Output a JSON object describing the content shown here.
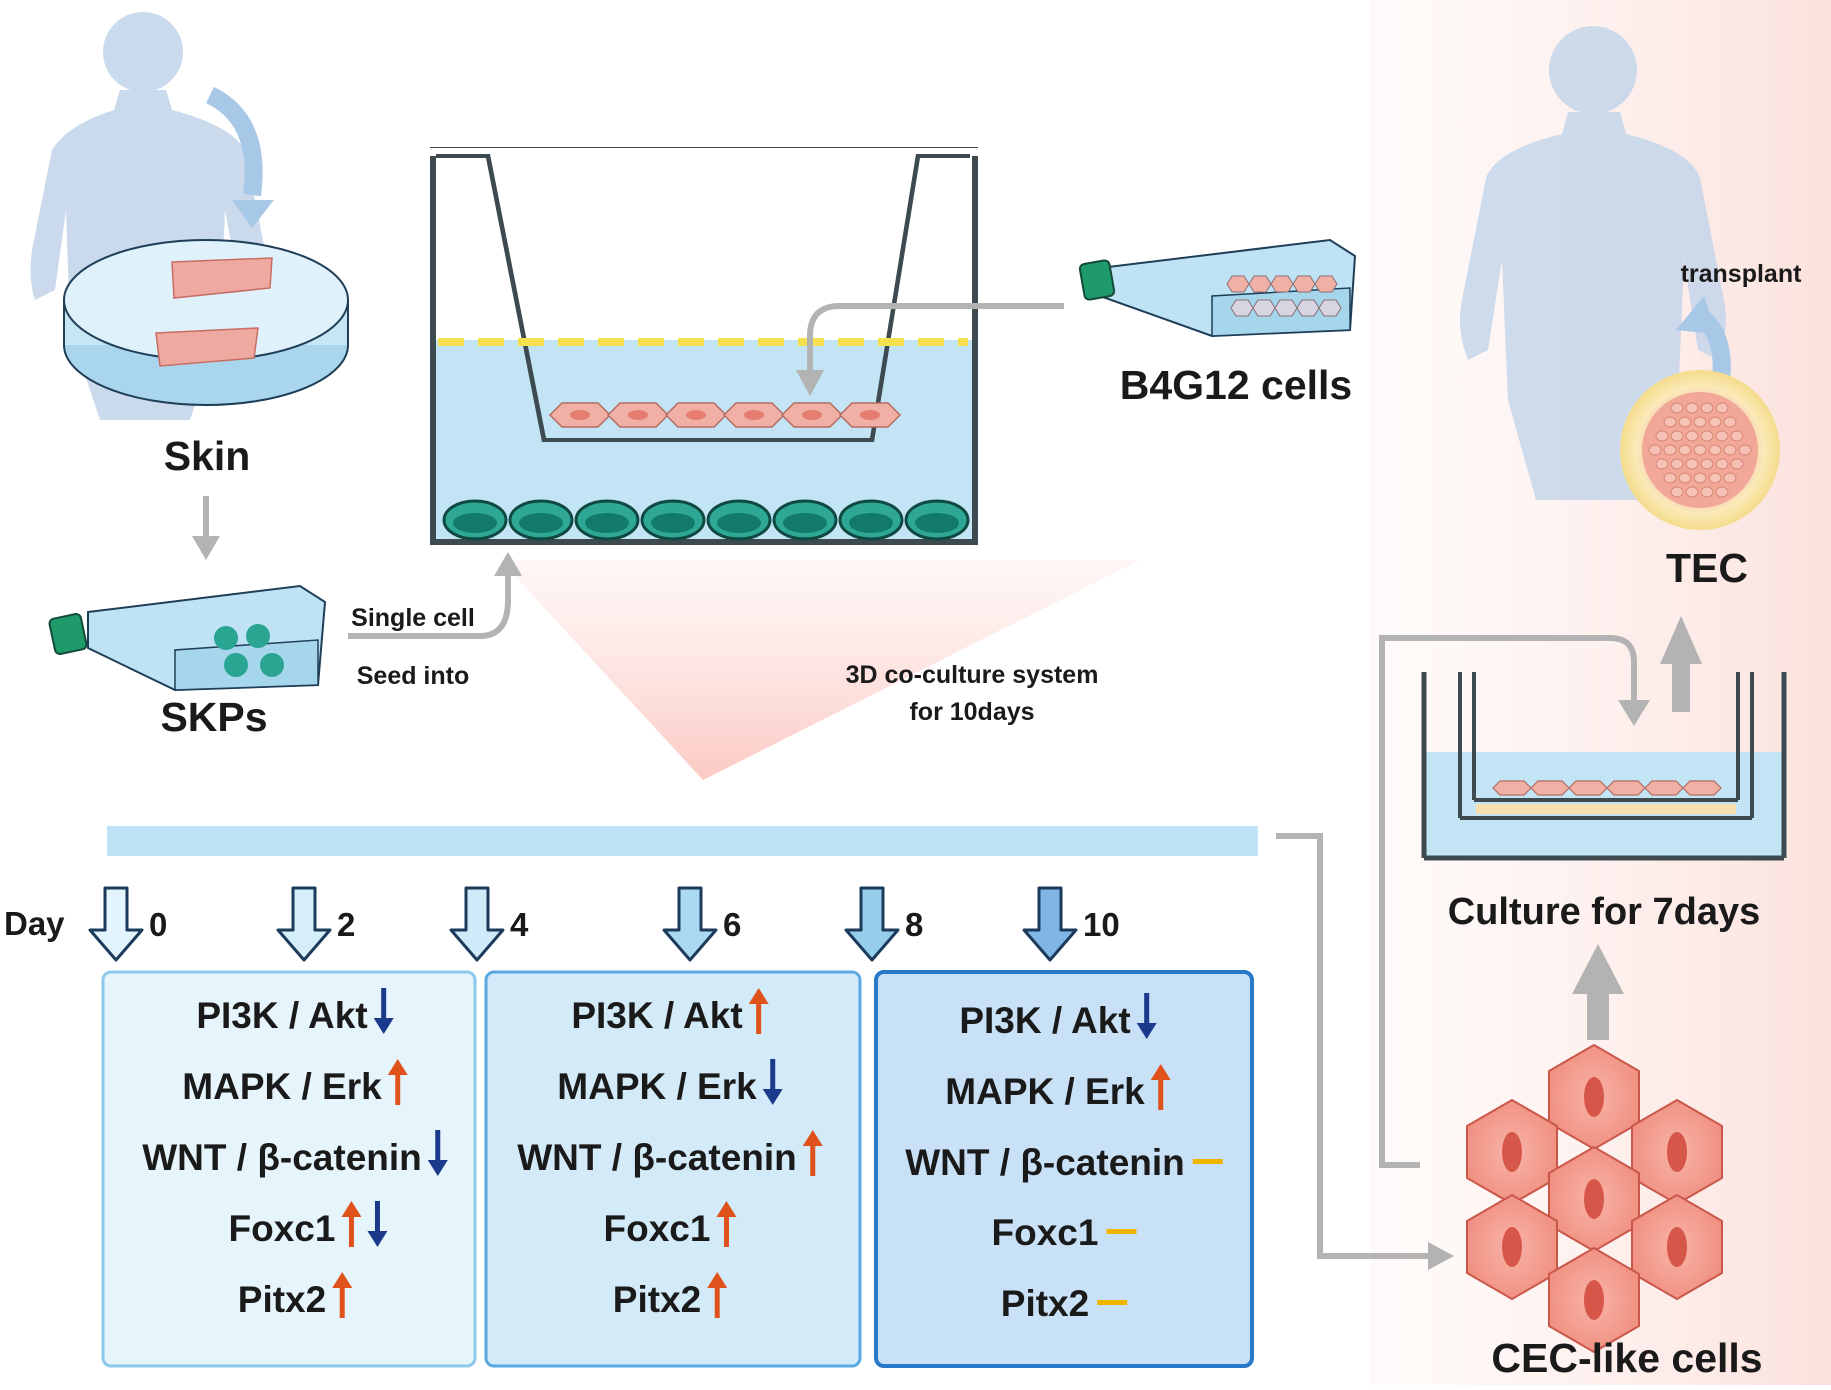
{
  "labels": {
    "skin": "Skin",
    "skps": "SKPs",
    "single_cell": "Single cell",
    "seed_into": "Seed into",
    "b4g12": "B4G12 cells",
    "coculture_line1": "3D co-culture system",
    "coculture_line2": "for 10days",
    "tec": "TEC",
    "transplant": "transplant",
    "culture7": "Culture for 7days",
    "cec": "CEC-like cells",
    "day": "Day"
  },
  "days": [
    "0",
    "2",
    "4",
    "6",
    "8",
    "10"
  ],
  "panels": [
    {
      "rows": [
        {
          "text": "PI3K / Akt",
          "marks": [
            "down"
          ]
        },
        {
          "text": "MAPK / Erk",
          "marks": [
            "up"
          ]
        },
        {
          "text": "WNT / β-catenin",
          "marks": [
            "down"
          ]
        },
        {
          "text": "Foxc1",
          "marks": [
            "up",
            "down"
          ]
        },
        {
          "text": "Pitx2",
          "marks": [
            "up"
          ]
        }
      ]
    },
    {
      "rows": [
        {
          "text": "PI3K / Akt",
          "marks": [
            "up"
          ]
        },
        {
          "text": "MAPK / Erk",
          "marks": [
            "down"
          ]
        },
        {
          "text": "WNT / β-catenin",
          "marks": [
            "up"
          ]
        },
        {
          "text": "Foxc1",
          "marks": [
            "up"
          ]
        },
        {
          "text": "Pitx2",
          "marks": [
            "up"
          ]
        }
      ]
    },
    {
      "rows": [
        {
          "text": "PI3K / Akt",
          "marks": [
            "down"
          ]
        },
        {
          "text": "MAPK / Erk",
          "marks": [
            "up"
          ]
        },
        {
          "text": "WNT / β-catenin",
          "marks": [
            "flat"
          ]
        },
        {
          "text": "Foxc1",
          "marks": [
            "flat"
          ]
        },
        {
          "text": "Pitx2",
          "marks": [
            "flat"
          ]
        }
      ]
    }
  ],
  "colors": {
    "up": "#e0521b",
    "down": "#1c3a8c",
    "flat": "#f0b400",
    "media": "#bfe3f4",
    "teal": "#1a9a8a",
    "cell": "#f0b0a6",
    "timeline": "#bfe3f4",
    "gray_arrow": "#b3b3b3"
  }
}
